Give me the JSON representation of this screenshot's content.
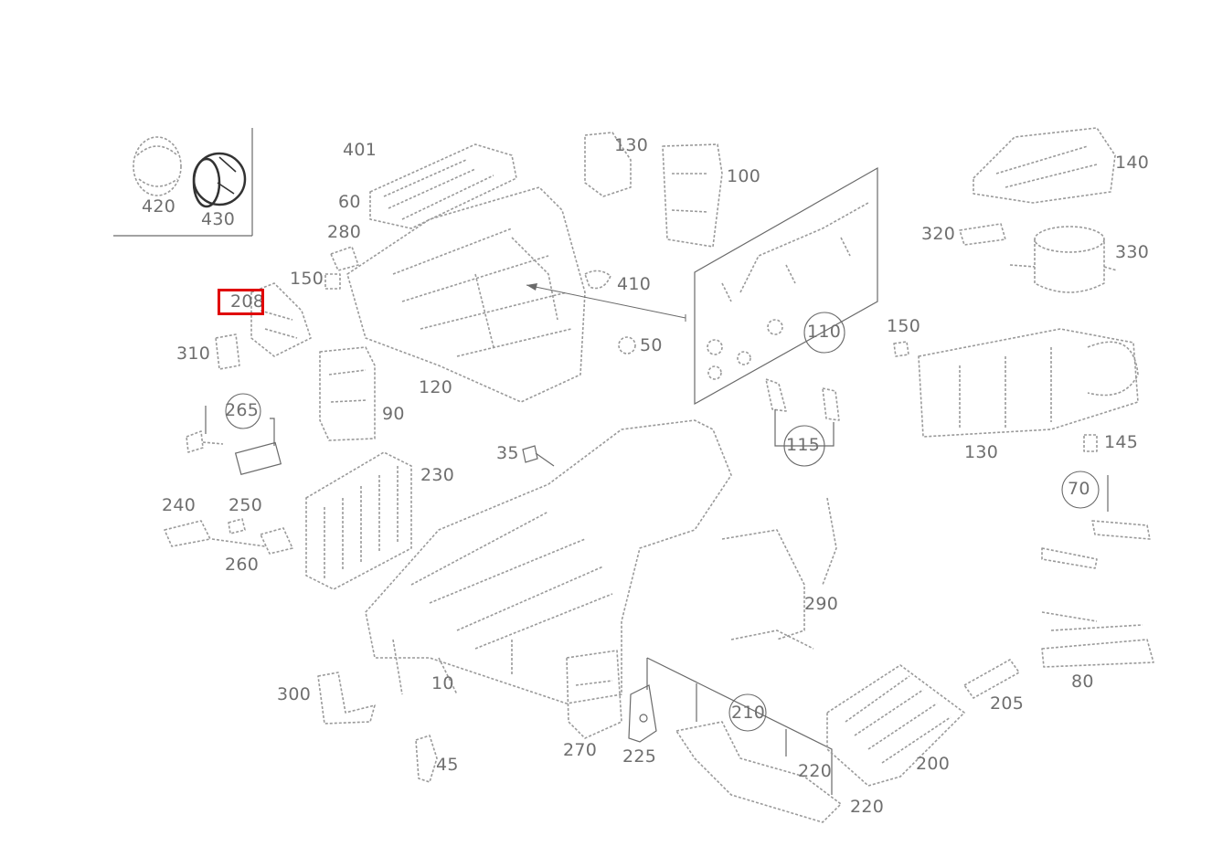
{
  "labels": {
    "p401": "401",
    "p60": "60",
    "p280": "280",
    "p150a": "150",
    "p208": "208",
    "p310": "310",
    "p120": "120",
    "p90": "90",
    "p265": "265",
    "p420": "420",
    "p430": "430",
    "p130a": "130",
    "p100": "100",
    "p410": "410",
    "p50": "50",
    "p110": "110",
    "p115": "115",
    "p140": "140",
    "p320": "320",
    "p330": "330",
    "p150b": "150",
    "p130b": "130",
    "p145": "145",
    "p70": "70",
    "p35": "35",
    "p230": "230",
    "p240": "240",
    "p250": "250",
    "p260": "260",
    "p290": "290",
    "p10": "10",
    "p300": "300",
    "p45": "45",
    "p270": "270",
    "p225": "225",
    "p210": "210",
    "p220a": "220",
    "p220b": "220",
    "p200": "200",
    "p205": "205",
    "p80": "80"
  },
  "highlight": {
    "part": "208",
    "color": "#e00000"
  }
}
